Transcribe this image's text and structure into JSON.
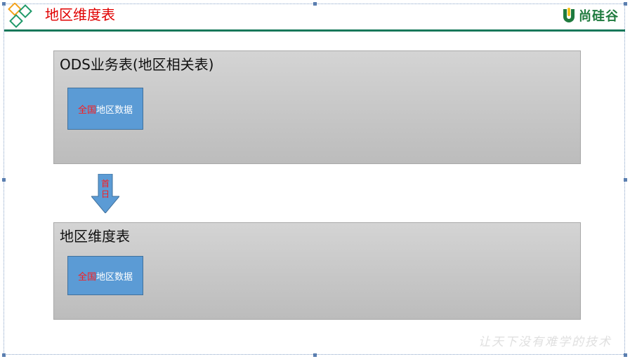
{
  "header": {
    "title": "地区维度表",
    "brand": "尚硅谷",
    "logo_icon": "diamond-logo-icon",
    "brand_icon": "shanggugu-logo-icon"
  },
  "colors": {
    "title_red": "#e00000",
    "rule_green": "#17785a",
    "box_blue": "#5b9bd5",
    "label_red": "#ff1a1a"
  },
  "ods_panel": {
    "title": "ODS业务表(地区相关表)",
    "box_red": "全国",
    "box_white": "地区数据"
  },
  "arrow": {
    "label": "首日",
    "icon": "down-arrow-icon"
  },
  "dim_panel": {
    "title": "地区维度表",
    "box_red": "全国",
    "box_white": "地区数据"
  },
  "watermark": "让天下没有难学的技术"
}
